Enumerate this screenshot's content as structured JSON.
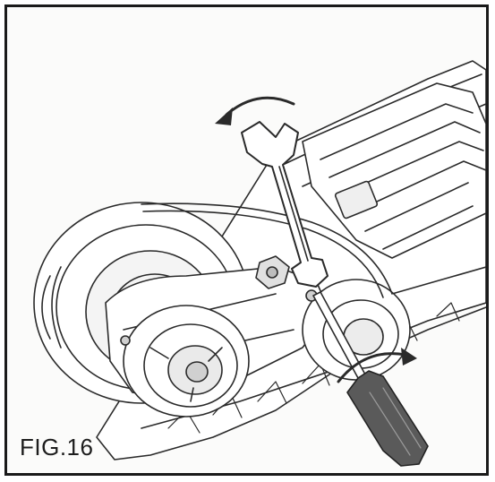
{
  "figure": {
    "label": "FIG.16",
    "line_color": "#2a2a2a",
    "fill_color": "#ffffff",
    "shade_color": "#dcdcdc",
    "handle_color": "#4a4a4a"
  },
  "illustration": {
    "subject": "motor-drive-belt-assembly",
    "tools": [
      "open-end-wrench",
      "flathead-screwdriver"
    ],
    "arrows": [
      "counterclockwise-rotation-arrow",
      "clockwise-rotation-arrow"
    ]
  }
}
